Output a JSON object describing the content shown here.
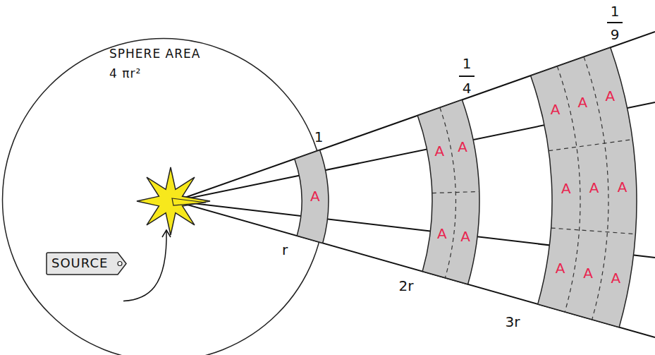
{
  "diagram": {
    "nodes": [
      {
        "text": [
          "SPHERE AREA",
          "4 πr²"
        ]
      },
      {
        "text": [
          "SOURCE"
        ],
        "in": 0
      },
      {
        "text": [
          "A"
        ]
      },
      {
        "text": [
          "A",
          "A",
          "A",
          "A"
        ]
      },
      {
        "text": [
          "A",
          "A",
          "A",
          "A",
          "A",
          "A",
          "A",
          "A",
          "A"
        ]
      }
    ],
    "labels": [
      "1",
      "1",
      "4",
      "1",
      "9",
      "r",
      "2r",
      "3r"
    ]
  }
}
